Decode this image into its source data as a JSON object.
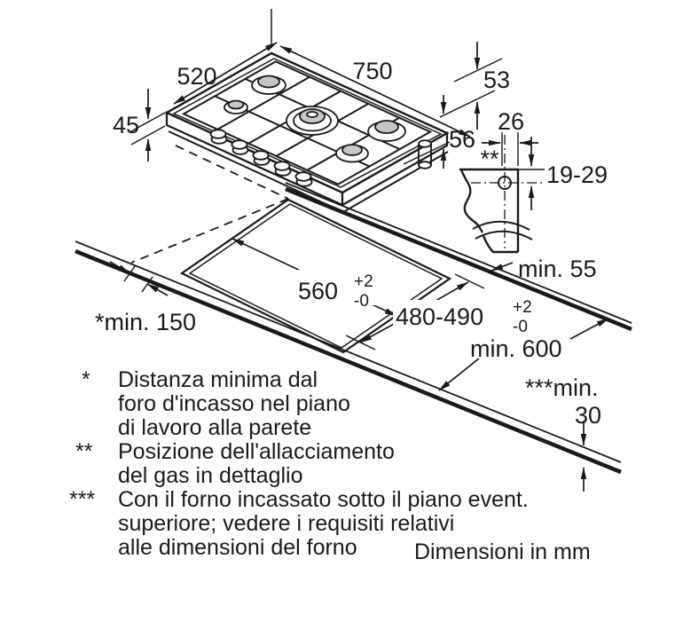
{
  "diagram_title": "Gas hob installation drawing",
  "dims": {
    "hob_width": "750",
    "hob_depth": "520",
    "hob_height": "45",
    "hob_profile": "53",
    "gas_drop": "56",
    "gas_width": "26",
    "gas_pos_marker": "**",
    "gas_range": "19-29",
    "min_back": "min. 55",
    "cut_w": "560",
    "cut_w_p": "+2",
    "cut_w_m": "-0",
    "cut_d": "480-490",
    "cut_d_p": "+2",
    "cut_d_m": "-0",
    "min_wall": "*min. 150",
    "min_depth": "min. 600",
    "min_oven_label": "***min.",
    "min_oven_value": "30"
  },
  "notes": {
    "s1": "*",
    "s1_l1": "Distanza minima dal",
    "s1_l2": "foro d'incasso nel piano",
    "s1_l3": "di lavoro alla parete",
    "s2": "**",
    "s2_l1": "Posizione dell'allacciamento",
    "s2_l2": "del gas in dettaglio",
    "s3": "***",
    "s3_l1": "Con il forno incassato sotto il piano event.",
    "s3_l2": "superiore; vedere i requisiti relativi",
    "s3_l3": "alle dimensioni del forno",
    "units": "Dimensioni in mm"
  },
  "colors": {
    "line": "#1a1a1a",
    "burner_cap": "#c6c6c6",
    "background": "#ffffff"
  }
}
